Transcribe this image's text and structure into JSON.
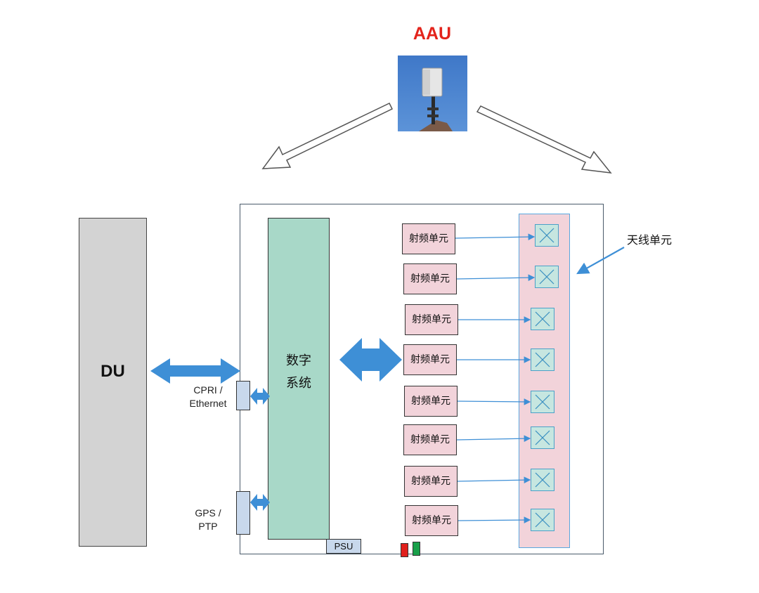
{
  "aau": {
    "title": "AAU"
  },
  "du": {
    "label": "DU"
  },
  "digital_system": {
    "line1": "数字",
    "line2": "系统"
  },
  "ports": {
    "cpri_line1": "CPRI /",
    "cpri_line2": "Ethernet",
    "gps_line1": "GPS /",
    "gps_line2": "PTP"
  },
  "psu": {
    "label": "PSU"
  },
  "rf_units": [
    {
      "label": "射频单元"
    },
    {
      "label": "射频单元"
    },
    {
      "label": "射频单元"
    },
    {
      "label": "射频单元"
    },
    {
      "label": "射频单元"
    },
    {
      "label": "射频单元"
    },
    {
      "label": "射频单元"
    },
    {
      "label": "射频单元"
    }
  ],
  "antenna": {
    "label": "天线单元"
  },
  "colors": {
    "accent_title": "#e3231b",
    "arrow_blue": "#3e8fd6",
    "digital_green": "#a8d8c8",
    "rf_pink": "#f2d3da",
    "port_blue": "#c8d8ec",
    "du_gray": "#d3d3d3",
    "led_red": "#e0201c",
    "led_green": "#19a04a"
  },
  "icons": {
    "aau_photo": "aau-device-photo",
    "antenna_element": "cross-box-icon"
  }
}
